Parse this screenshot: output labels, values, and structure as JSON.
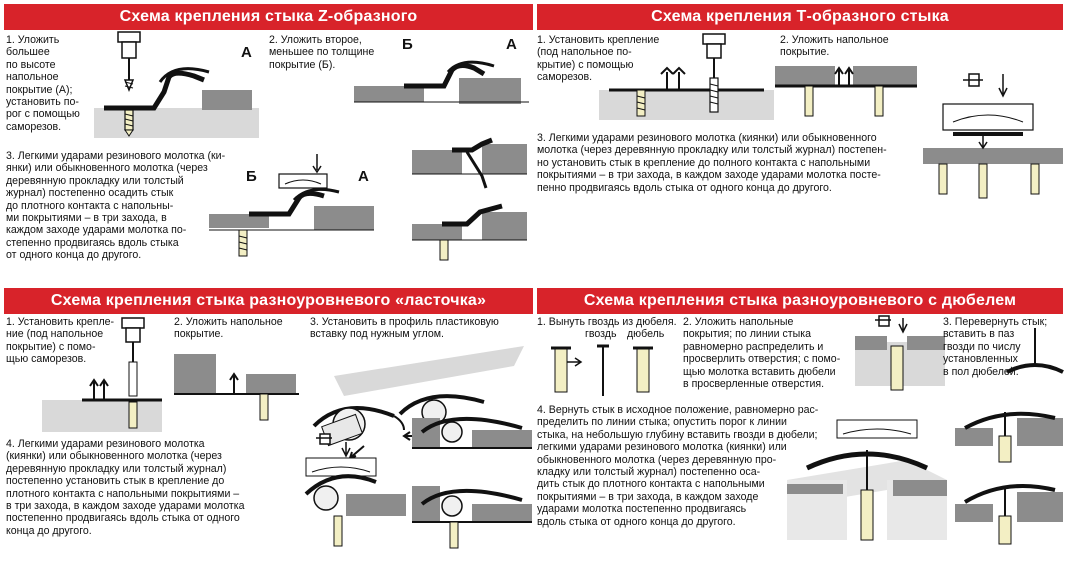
{
  "z_section": {
    "title": "Схема крепления стыка Z-образного",
    "step1": "1. Уложить большее по высоте напольное покрытие (А); установить порог с помощью саморезов.",
    "step1_lines": "1. Уложить\nбольшее\nпо высоте\nнапольное\nпокрытие (А);\nустановить по-\nрог с помощью\nсаморезов.",
    "step2_lines": "2. Уложить второе,\nменьшее по толщине\nпокрытие (Б).",
    "step3_lines": "3. Легкими ударами резинового молотка (ки-\nянки) или обыкновенного молотка (через\nдеревянную прокладку или толстый\nжурнал) постепенно осадить стык\nдо плотного контакта с напольны-\nми покрытиями – в три захода, в\nкаждом заходе ударами молотка по-\nстепенно продвигаясь вдоль стыка\nот одного конца до другого.",
    "label_a": "А",
    "label_b": "Б"
  },
  "t_section": {
    "title": "Схема крепления Т-образного стыка",
    "step1_lines": "1. Установить крепление\n(под напольное по-\nкрытие) с помощью\nсаморезов.",
    "step2_lines": "2. Уложить напольное\nпокрытие.",
    "step3_lines": "3. Легкими ударами резинового молотка (киянки) или обыкновенного\nмолотка (через деревянную прокладку или толстый журнал) постепен-\nно установить стык в крепление до полного контакта с напольными\nпокрытиями – в три захода, в каждом заходе ударами молотка посте-\nпенно продвигаясь вдоль стыка от одного конца до другого."
  },
  "dovetail_section": {
    "title": "Схема крепления стыка разноуровневого «ласточка»",
    "step1_lines": "1. Установить крепле-\nние (под напольное\nпокрытие) с помо-\nщью саморезов.",
    "step2_lines": "2. Уложить напольное\nпокрытие.",
    "step3_lines": "3. Установить в профиль пластиковую\nвставку под нужным углом.",
    "step4_lines": "4. Легкими ударами резинового молотка\n(киянки) или обыкновенного молотка (через\nдеревянную прокладку или толстый журнал)\nпостепенно установить стык в крепление до\nплотного контакта с напольными покрытиями –\nв три захода, в каждом заходе ударами молотка\nпостепенно продвигаясь вдоль стыка от одного\nконца до другого."
  },
  "dowel_section": {
    "title": "Схема крепления стыка разноуровневого с дюбелем",
    "step1_lines": "1. Вынуть гвоздь из дюбеля.",
    "nail_label": "гвоздь",
    "dowel_label": "дюбель",
    "step2_lines": "2. Уложить напольные\nпокрытия; по линии стыка\nравномерно распределить и\nпросверлить отверстия; с помо-\nщью молотка вставить дюбели\nв просверленные отверстия.",
    "step3_lines": "3. Перевернуть стык;\nвставить в паз\nгвозди по числу\nустановленных\nв пол дюбелей.",
    "step4_lines": "4. Вернуть стык в исходное положение, равномерно рас-\nпределить по линии стыка; опустить порог к линии\nстыка, на небольшую глубину вставить гвозди в дюбели;\nлегкими ударами резинового молотка (киянки) или\nобыкновенного молотка (через деревянную про-\nкладку или толстый журнал) постепенно оса-\nдить стык до плотного контакта с напольными\nпокрытиями – в три захода, в каждом заходе\nударами молотка постепенно продвигаясь\nвдоль стыка от одного конца до другого."
  },
  "colors": {
    "header_red": "#d8232a",
    "floor_gray": "#8c8c8c",
    "light_gray": "#d9d9d9",
    "screw_yellow": "#f3efc4"
  }
}
